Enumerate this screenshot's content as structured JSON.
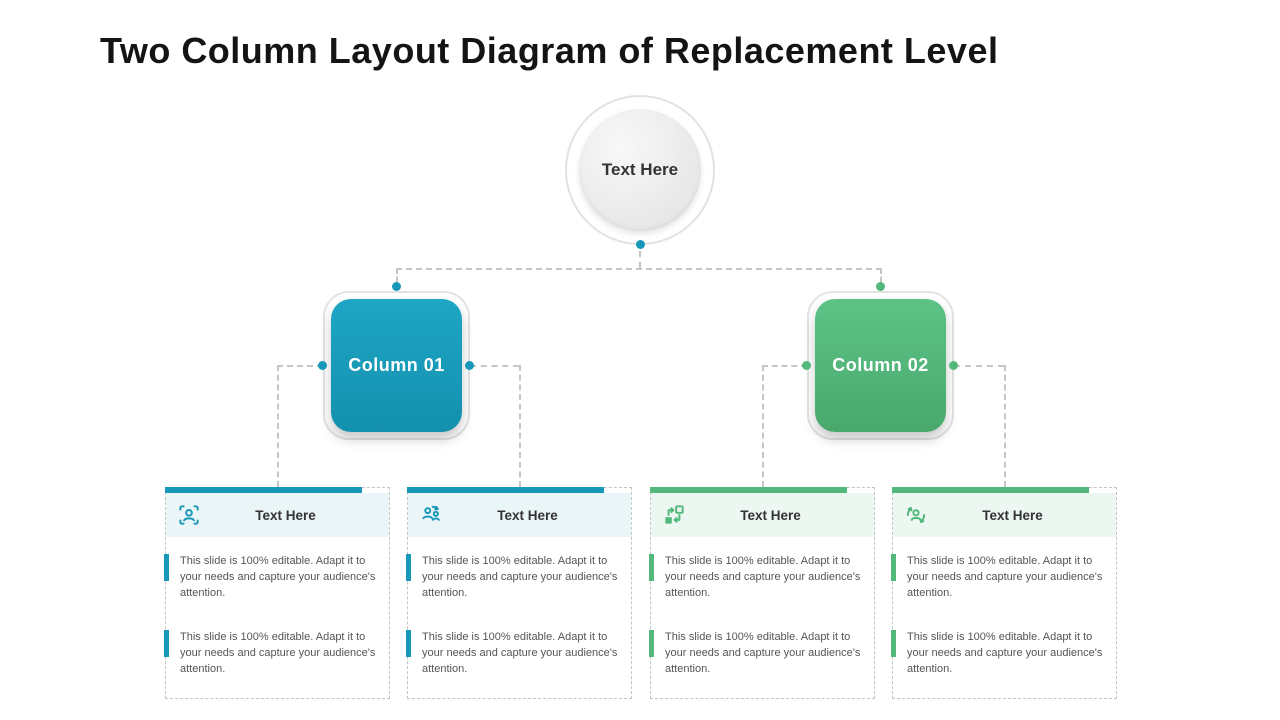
{
  "title": "Two Column Layout Diagram of Replacement Level",
  "colors": {
    "teal": "#1898B8",
    "green": "#52B87C"
  },
  "root": {
    "label": "Text Here"
  },
  "columns": [
    {
      "label": "Column 01",
      "color": "#1898B8"
    },
    {
      "label": "Column 02",
      "color": "#52B87C"
    }
  ],
  "cards": [
    {
      "header": "Text Here",
      "icon": "user-focus-icon",
      "accent": "#1898B8",
      "paragraphs": [
        "This slide is 100% editable. Adapt it to your needs and capture your audience's attention.",
        "This slide is 100% editable. Adapt it to your needs and capture your audience's attention."
      ]
    },
    {
      "header": "Text Here",
      "icon": "users-sync-icon",
      "accent": "#1898B8",
      "paragraphs": [
        "This slide is 100% editable. Adapt it to your needs and capture your audience's attention.",
        "This slide is 100% editable. Adapt it to your needs and capture your audience's attention."
      ]
    },
    {
      "header": "Text Here",
      "icon": "transfer-arrows-icon",
      "accent": "#52B87C",
      "paragraphs": [
        "This slide is 100% editable. Adapt it to your needs and capture your audience's attention.",
        "This slide is 100% editable. Adapt it to your needs and capture your audience's attention."
      ]
    },
    {
      "header": "Text Here",
      "icon": "user-rotate-icon",
      "accent": "#52B87C",
      "paragraphs": [
        "This slide is 100% editable. Adapt it to your needs and capture your audience's attention.",
        "This slide is 100% editable. Adapt it to your needs and capture your audience's attention."
      ]
    }
  ]
}
